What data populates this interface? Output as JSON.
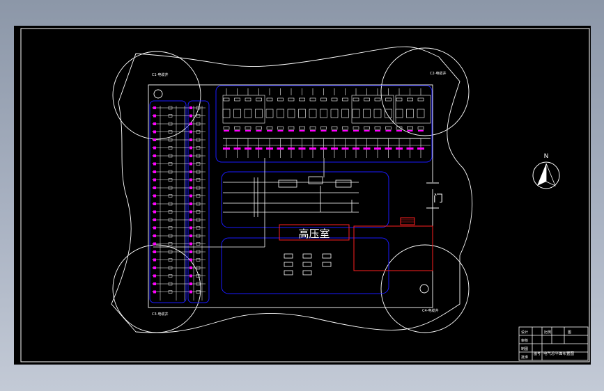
{
  "drawing": {
    "room_label": "高压室",
    "door_label": "门",
    "north_label": "N",
    "corner_labels": [
      "C1-电缆井",
      "C2-电缆井",
      "C3-电缆井",
      "C4-电缆井"
    ]
  },
  "title_block": {
    "cells": [
      "设计",
      "审核",
      "制图",
      "批准"
    ],
    "scale_label": "比例",
    "scale_value": "图",
    "drawing_title": "电气总平面布置图",
    "drawing_no_label": "图号"
  },
  "colors": {
    "background": "#000000",
    "line": "#ffffff",
    "cable_tray": "#1a1aff",
    "highlight": "#ff00ff",
    "hv_room": "#ff2020",
    "annotation": "#ffff00"
  }
}
